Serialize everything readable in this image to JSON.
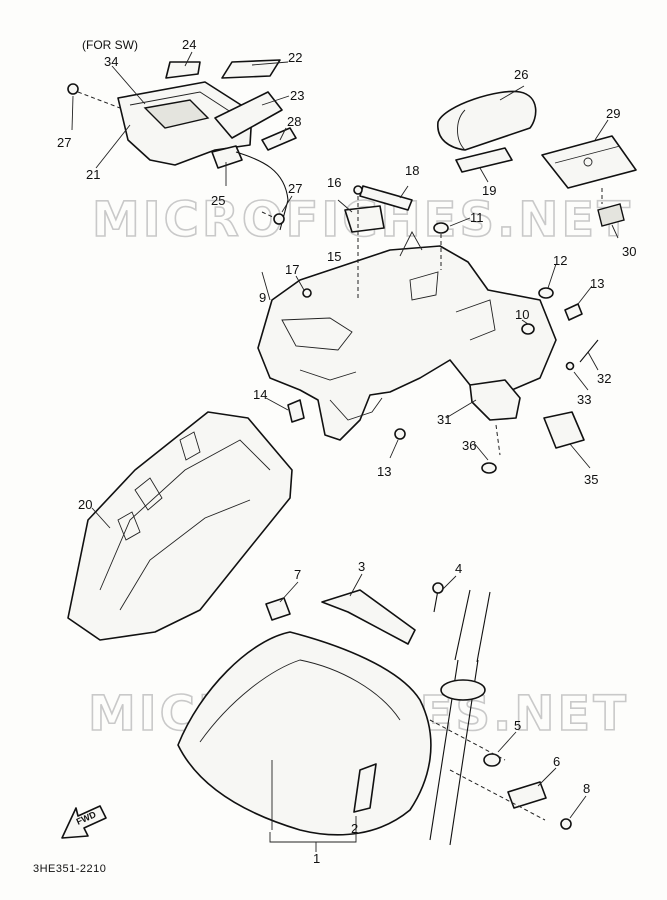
{
  "diagram": {
    "note": "(FOR SW)",
    "diagram_code": "3HE351-2210",
    "fwd_label": "FWD",
    "watermark": "MICROFICHES.NET",
    "callouts": [
      "1",
      "2",
      "3",
      "4",
      "5",
      "6",
      "7",
      "8",
      "9",
      "10",
      "11",
      "12",
      "13",
      "13",
      "14",
      "15",
      "16",
      "17",
      "18",
      "19",
      "20",
      "21",
      "22",
      "23",
      "24",
      "25",
      "26",
      "27",
      "27",
      "28",
      "29",
      "30",
      "31",
      "32",
      "33",
      "34",
      "35",
      "36"
    ]
  }
}
